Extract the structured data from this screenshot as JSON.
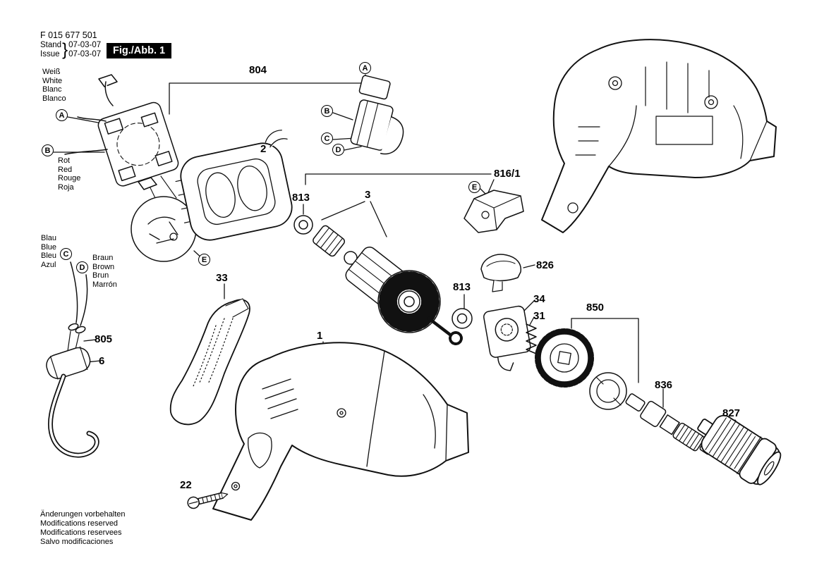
{
  "header": {
    "doc_number": "F 015 677 501",
    "stand_label": "Stand",
    "issue_label": "Issue",
    "brace": "}",
    "stand_date": "07-03-07",
    "issue_date": "07-03-07",
    "figure_label": "Fig./Abb. 1"
  },
  "legend": {
    "white": [
      "Weiß",
      "White",
      "Blanc",
      "Blanco"
    ],
    "red": [
      "Rot",
      "Red",
      "Rouge",
      "Roja"
    ],
    "blue": [
      "Blau",
      "Blue",
      "Bleu",
      "Azul"
    ],
    "brown": [
      "Braun",
      "Brown",
      "Brun",
      "Marrón"
    ]
  },
  "markers": {
    "a_left": "A",
    "b_left": "B",
    "c_left": "C",
    "d_left": "D",
    "e_detail": "E",
    "a_top": "A",
    "b_top": "B",
    "c_top": "C",
    "d_top": "D",
    "e_mid": "E"
  },
  "parts": {
    "p804": "804",
    "p2": "2",
    "p813a": "813",
    "p3": "3",
    "p816": "816/1",
    "p826": "826",
    "p33": "33",
    "p1": "1",
    "p813b": "813",
    "p34": "34",
    "p31": "31",
    "p850": "850",
    "p836": "836",
    "p827": "827",
    "p805": "805",
    "p6": "6",
    "p22": "22"
  },
  "footer": [
    "Änderungen vorbehalten",
    "Modifications reserved",
    "Modifications reservees",
    "Salvo modificaciones"
  ]
}
